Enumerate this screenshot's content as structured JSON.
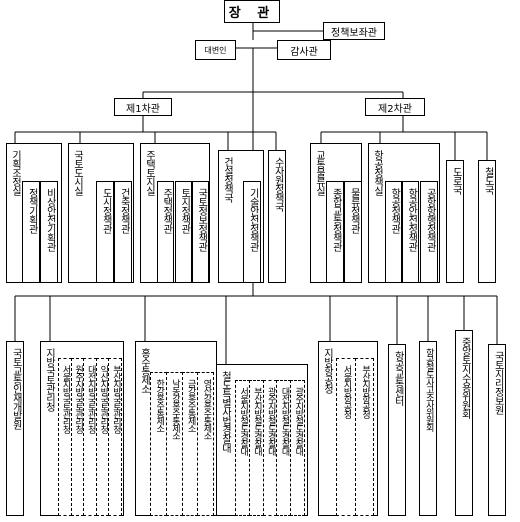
{
  "minister": "장 관",
  "policy_aide": "정책보좌관",
  "spokesperson": "대변인",
  "inspector": "감사관",
  "vice1": "제1차관",
  "vice2": "제2차관",
  "v1": {
    "office_planning": "기획조정실",
    "planning_sub1": "정책기획관",
    "planning_sub2": "비상안전기획관",
    "territory": "국토도시실",
    "territory_sub1": "도시정책관",
    "territory_sub2": "건축정책관",
    "housing": "주택토지실",
    "housing_sub1": "주택정책관",
    "housing_sub2": "토지정책관",
    "housing_sub3": "국토정보정책관",
    "construction": "건설정책국",
    "construction_sub": "기술안전정책관",
    "water": "수자원정책국"
  },
  "v2": {
    "transport": "교통물류실",
    "transport_sub1": "종합교통정책관",
    "transport_sub2": "물류정책관",
    "aviation": "항공정책실",
    "aviation_sub1": "항공정책관",
    "aviation_sub2": "항공안전정책관",
    "aviation_sub3": "공항항행정책관",
    "road": "도로국",
    "rail": "철도국"
  },
  "affiliates": {
    "hrd": "국토교통인재개발원",
    "land_admin": "지방국토관리청",
    "land_subs": [
      "서울지방국토관리청",
      "원주지방국토관리청",
      "대전지방국토관리청",
      "익산지방국토관리청",
      "부산지방국토관리청"
    ],
    "flood": "홍수통제소",
    "flood_subs": [
      "한강홍수통제소",
      "낙동강홍수통제소",
      "금강홍수통제소",
      "영산강홍수통제소"
    ],
    "rail_police": "철도특별사법경찰대",
    "rail_police_subs": [
      "서울지방철도경찰대",
      "부산지방철도경찰대",
      "광주지방철도경찰대",
      "대전지방철도경찰대",
      "광주지방철도경찰대"
    ],
    "aviation_admin": "지방항공청",
    "aviation_subs": [
      "서울지방항공청",
      "부산지방항공청"
    ],
    "aviation_center": "항공교통센터",
    "rail_accident": "항공철도사고조사위원회",
    "land_expropriation": "중앙토지수용위원회",
    "ngii": "국토지리정보원"
  }
}
